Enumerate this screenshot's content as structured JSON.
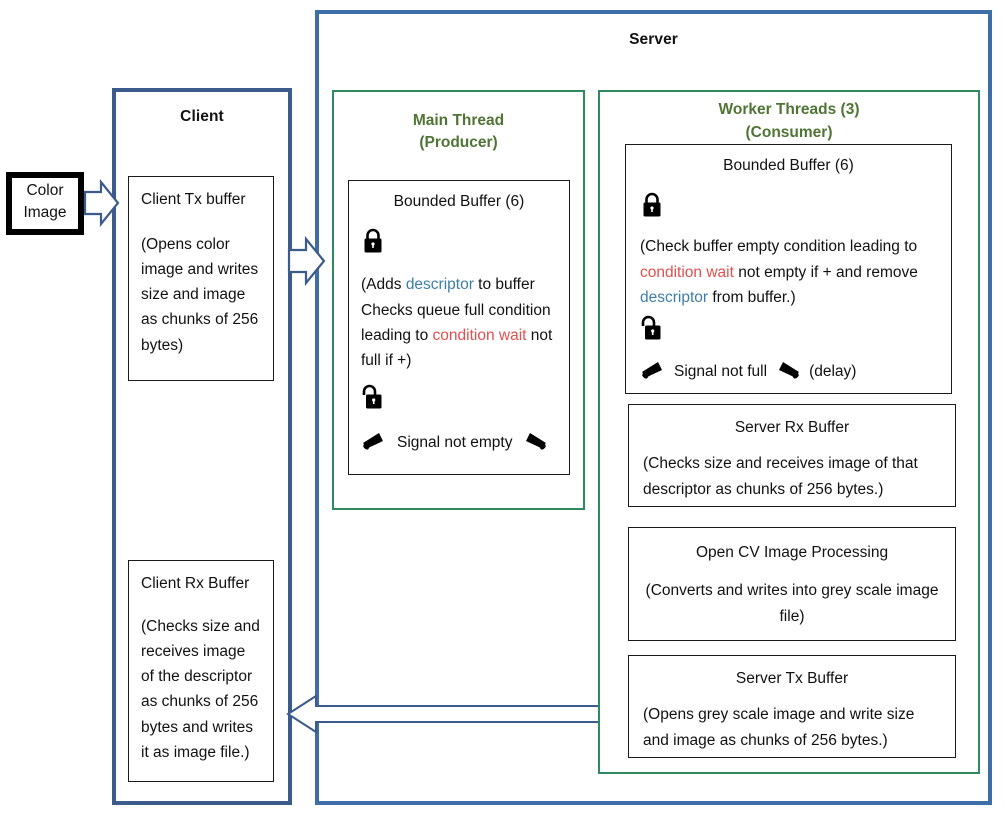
{
  "diagram": {
    "title_server": "Server",
    "title_client": "Client",
    "colors": {
      "server_border": "#3E6EA8",
      "client_border": "#3B5B8C",
      "thread_border": "#2E8B5E",
      "thread_heading": "#4F7535",
      "highlight_blue": "#3E7EA8",
      "highlight_red": "#E2504E",
      "box_border": "#1a1a1a",
      "arrow_stroke": "#3B5B8C"
    },
    "color_image_box": {
      "line1": "Color",
      "line2": "Image"
    },
    "client": {
      "heading": "Client",
      "tx_buffer": {
        "title": "Client Tx buffer",
        "body": "(Opens color image and writes size and image as chunks of 256 bytes)"
      },
      "rx_buffer": {
        "title": "Client Rx Buffer",
        "body": "(Checks size and receives image of the descriptor as chunks of 256 bytes and writes it as image file.)"
      }
    },
    "main_thread": {
      "heading_line1": "Main Thread",
      "heading_line2": "(Producer)",
      "bounded_buffer": {
        "title": "Bounded Buffer (6)",
        "lock_closed_icon": "lock-closed-icon",
        "lock_open_icon": "lock-open-icon",
        "text_pre": "(Adds ",
        "text_blue1": "descriptor",
        "text_mid": " to buffer Checks queue full condition leading to ",
        "text_red1": "condition wait",
        "text_post": " not full if +)",
        "signal_label": "Signal not empty",
        "megaphone_left_icon": "megaphone-icon",
        "megaphone_right_icon": "megaphone-icon"
      }
    },
    "worker_threads": {
      "heading_line1": "Worker Threads (3)",
      "heading_line2": "(Consumer)",
      "bounded_buffer": {
        "title": "Bounded Buffer (6)",
        "lock_closed_icon": "lock-closed-icon",
        "lock_open_icon": "lock-open-icon",
        "text_pre": "(Check buffer empty condition leading to ",
        "text_red1": "condition wait",
        "text_mid": " not empty if + and remove ",
        "text_blue1": "descriptor",
        "text_post": " from buffer.)",
        "signal_label": "Signal not full",
        "delay_label": "(delay)",
        "megaphone_left_icon": "megaphone-icon",
        "megaphone_right_icon": "megaphone-icon"
      },
      "server_rx": {
        "title": "Server Rx Buffer",
        "body": "(Checks size and receives image of that descriptor as chunks of 256 bytes.)"
      },
      "opencv": {
        "title": "Open CV Image Processing",
        "body": "(Converts and writes into grey scale image file)"
      },
      "server_tx": {
        "title": "Server Tx Buffer",
        "body": "(Opens grey scale image and write size and image as chunks of 256 bytes.)"
      }
    },
    "arrows": {
      "image_to_client": "block-arrow-right-icon",
      "client_to_server": "block-arrow-right-icon",
      "server_to_client": "block-arrow-left-icon"
    }
  }
}
